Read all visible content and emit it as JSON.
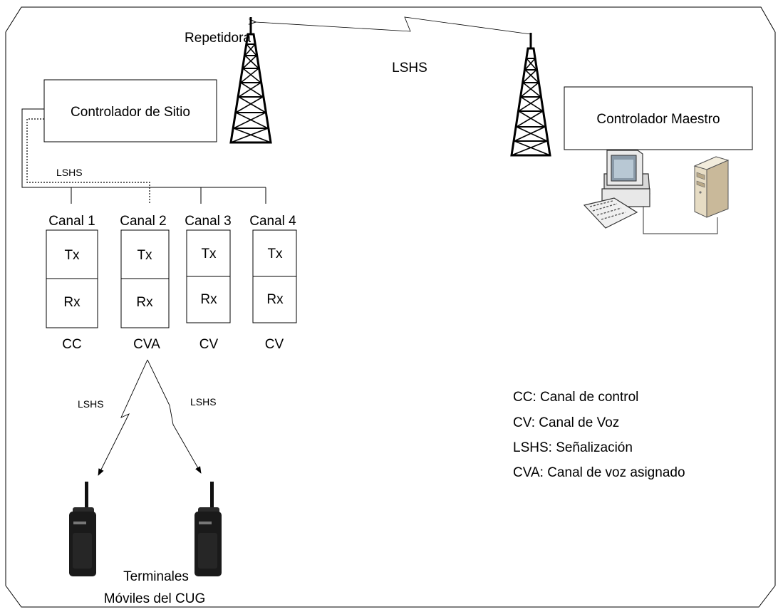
{
  "labels": {
    "repeater": "Repetidora",
    "lshs_top": "LSHS",
    "site_controller": "Controlador de Sitio",
    "master_controller": "Controlador Maestro",
    "lshs_site": "LSHS",
    "lshs_left": "LSHS",
    "lshs_right": "LSHS",
    "terminals_line1": "Terminales",
    "terminals_line2": "Móviles del CUG"
  },
  "channels": [
    {
      "name": "Canal 1",
      "tx": "Tx",
      "rx": "Rx",
      "type": "CC"
    },
    {
      "name": "Canal 2",
      "tx": "Tx",
      "rx": "Rx",
      "type": "CVA"
    },
    {
      "name": "Canal 3",
      "tx": "Tx",
      "rx": "Rx",
      "type": "CV"
    },
    {
      "name": "Canal 4",
      "tx": "Tx",
      "rx": "Rx",
      "type": "CV"
    }
  ],
  "legend": [
    "CC: Canal de control",
    "CV: Canal de Voz",
    "LSHS: Señalización",
    "CVA: Canal de voz asignado"
  ],
  "icons": [
    "tower-icon",
    "computer-icon",
    "server-icon",
    "radio-icon"
  ]
}
